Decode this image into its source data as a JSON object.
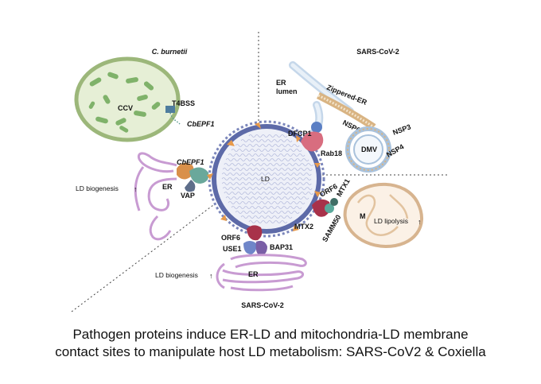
{
  "sections": {
    "coxiella": "C. burnetii",
    "sars_top": "SARS-CoV-2",
    "sars_bottom": "SARS-CoV-2"
  },
  "labels": {
    "ccv": "CCV",
    "t4bss": "T4BSS",
    "cbepf1_secreted": "CbEPF1",
    "cbepf1_bound": "CbEPF1",
    "er_left": "ER",
    "vap": "VAP",
    "ld_biogenesis_left": "LD biogenesis",
    "ld": "LD",
    "er_lumen_line1": "ER",
    "er_lumen_line2": "lumen",
    "zippered_er": "Zippered-ER",
    "nsp6": "NSP6",
    "nsp3": "NSP3",
    "nsp4": "NSP4",
    "dmv": "DMV",
    "dfcp1": "DFCP1",
    "rab18": "Rab18",
    "orf6_right": "ORF6",
    "mtx1": "MTX1",
    "mtx2": "MTX2",
    "samm50": "SAMM50",
    "mito": "M",
    "ld_lipolysis": "LD lipolysis",
    "orf6_bottom": "ORF6",
    "use1": "USE1",
    "bap31": "BAP31",
    "ld_biogenesis_bottom": "LD biogenesis",
    "er_bottom": "ER"
  },
  "arrows": {
    "up": "↑"
  },
  "caption": {
    "line1": "Pathogen proteins induce ER-LD and mitochondria-LD membrane",
    "line2": "contact sites to manipulate host LD metabolism: SARS-CoV2 & Coxiella"
  },
  "colors": {
    "ccv_fill": "#e6efd6",
    "ccv_stroke": "#9cb77a",
    "bacteria": "#7fb26a",
    "er_stroke": "#b98ac4",
    "mito_stroke": "#d7b48f",
    "mito_fill": "#fbf1e6",
    "ld_border": "#5d6aa8",
    "ld_fill": "#eef0f8",
    "protein_orange": "#e89a4a",
    "protein_teal": "#5aa99b",
    "protein_red": "#a8324a",
    "protein_pink": "#d86d7f",
    "protein_blue": "#6f86c9",
    "protein_purple": "#7a5fa6",
    "dmv_stroke": "#8aa9c9",
    "zip_er": "#d9b483"
  }
}
